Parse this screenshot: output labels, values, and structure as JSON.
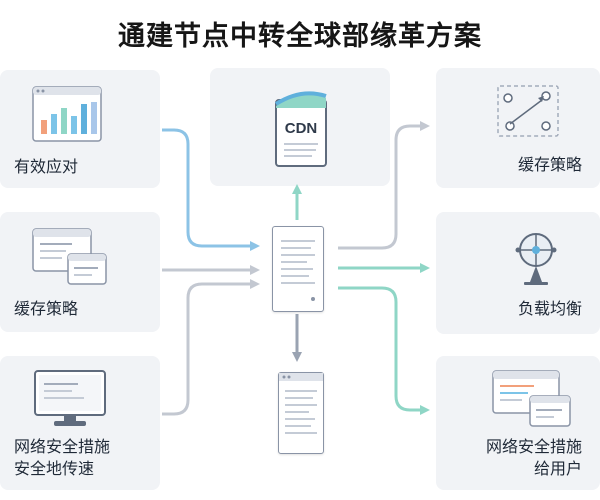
{
  "title": "通建节点中转全球部缘革方案",
  "left_cards": [
    {
      "label": "有效应对"
    },
    {
      "label": "缓存策略"
    },
    {
      "label": "网络安全措施\n安全地传速"
    }
  ],
  "right_cards": [
    {
      "label": "缓存策略"
    },
    {
      "label": "负载均衡"
    },
    {
      "label": "网络安全措施\n给用户"
    }
  ],
  "cdn": {
    "text": "CDN"
  },
  "colors": {
    "arrow_blue": "#8cc3e6",
    "arrow_gray": "#c3c8d1",
    "arrow_teal": "#8fd6c6",
    "card_bg": "#f1f3f6"
  }
}
